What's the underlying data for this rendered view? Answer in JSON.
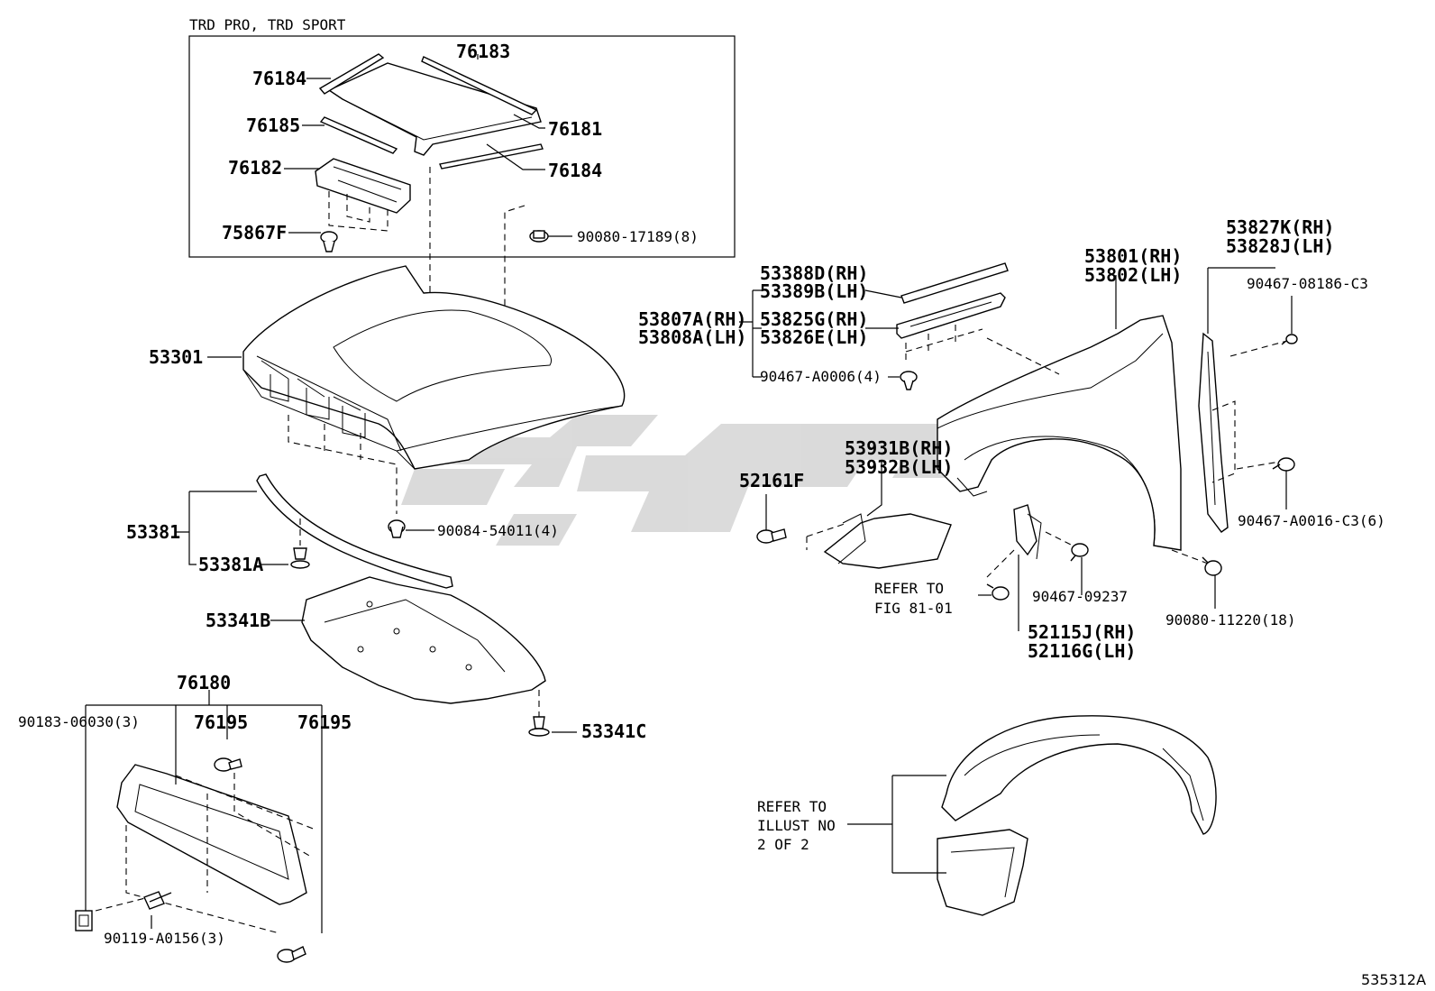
{
  "diagram_id": "535312A",
  "inset": {
    "title": "TRD PRO, TRD SPORT"
  },
  "callouts": {
    "p76183": "76183",
    "p76184a": "76184",
    "p76185": "76185",
    "p76181": "76181",
    "p76184b": "76184",
    "p76182": "76182",
    "p75867F": "75867F",
    "p90080_17189": "90080-17189(8)",
    "p53301": "53301",
    "p53381": "53381",
    "p53381A": "53381A",
    "p90084_54011": "90084-54011(4)",
    "p53341B": "53341B",
    "p53341C": "53341C",
    "p76180": "76180",
    "p90183_06030": "90183-06030(3)",
    "p76195a": "76195",
    "p76195b": "76195",
    "p90119_A0156": "90119-A0156(3)",
    "p53388D": "53388D(RH)",
    "p53389B": "53389B(LH)",
    "p53807A": "53807A(RH)",
    "p53808A": "53808A(LH)",
    "p53825G": "53825G(RH)",
    "p53826E": "53826E(LH)",
    "p90467_A0006": "90467-A0006(4)",
    "p53801": "53801(RH)",
    "p53802": "53802(LH)",
    "p53827K": "53827K(RH)",
    "p53828J": "53828J(LH)",
    "p90467_08186": "90467-08186-C3",
    "p90467_A0016": "90467-A0016-C3(6)",
    "p53931B": "53931B(RH)",
    "p53932B": "53932B(LH)",
    "p52161F": "52161F",
    "p90467_09237": "90467-09237",
    "p90080_11220": "90080-11220(18)",
    "p52115J": "52115J(RH)",
    "p52116G": "52116G(LH)"
  },
  "refer_fig": {
    "line1": "REFER TO",
    "line2": "FIG 81-01"
  },
  "refer_illust": {
    "line1": "REFER TO",
    "line2": "ILLUST NO",
    "line3": "2 OF 2"
  },
  "watermark": {
    "text": "جی پارت",
    "color": "#c8c8c8"
  }
}
